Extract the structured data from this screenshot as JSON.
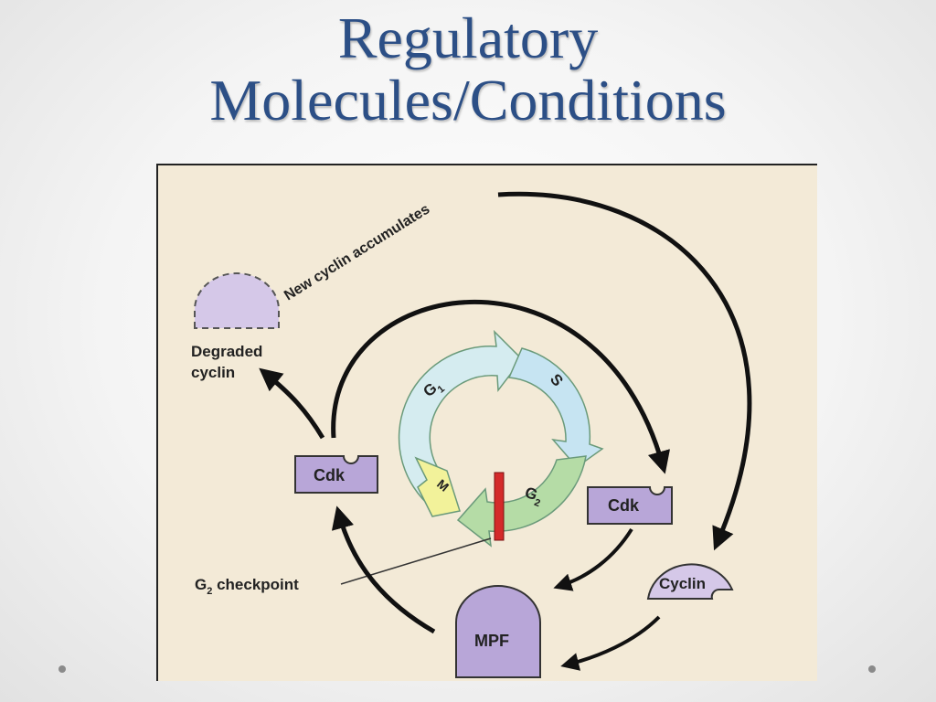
{
  "slide": {
    "title_line1": "Regulatory",
    "title_line2": "Molecules/Conditions"
  },
  "diagram": {
    "outer_arrow_label": "New cyclin accumulates",
    "degraded_cyclin_line1": "Degraded",
    "degraded_cyclin_line2": "cyclin",
    "cdk_left": "Cdk",
    "cdk_right": "Cdk",
    "cyclin": "Cyclin",
    "mpf": "MPF",
    "checkpoint_label": "G",
    "checkpoint_sub": "2",
    "checkpoint_suffix": " checkpoint",
    "phases": {
      "g1": "G",
      "g1_sub": "1",
      "s": "S",
      "g2": "G",
      "g2_sub": "2",
      "m": "M"
    },
    "colors": {
      "cycle_g1": "#d5ecf0",
      "cycle_s": "#c6e4f2",
      "cycle_g2": "#b5dca6",
      "cycle_m": "#f2f29a",
      "protein_fill": "#b8a6d8",
      "checkpoint_bar": "#d42a2a",
      "frame_bg": "#f3ead7",
      "title": "#2c4f86"
    }
  }
}
